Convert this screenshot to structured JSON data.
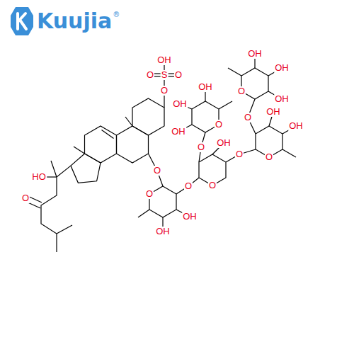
{
  "diagram": {
    "labels": [
      "Kuujia",
      "®",
      "OH",
      "OH",
      "OH",
      "O",
      "O",
      "S",
      "O",
      "OH",
      "O",
      "OH",
      "OH",
      "OH",
      "O",
      "O",
      "OH",
      "OH",
      "O",
      "O",
      "OH",
      "O",
      "O",
      "O",
      "O",
      "O",
      "OH",
      "OH",
      "HO",
      "O"
    ]
  }
}
